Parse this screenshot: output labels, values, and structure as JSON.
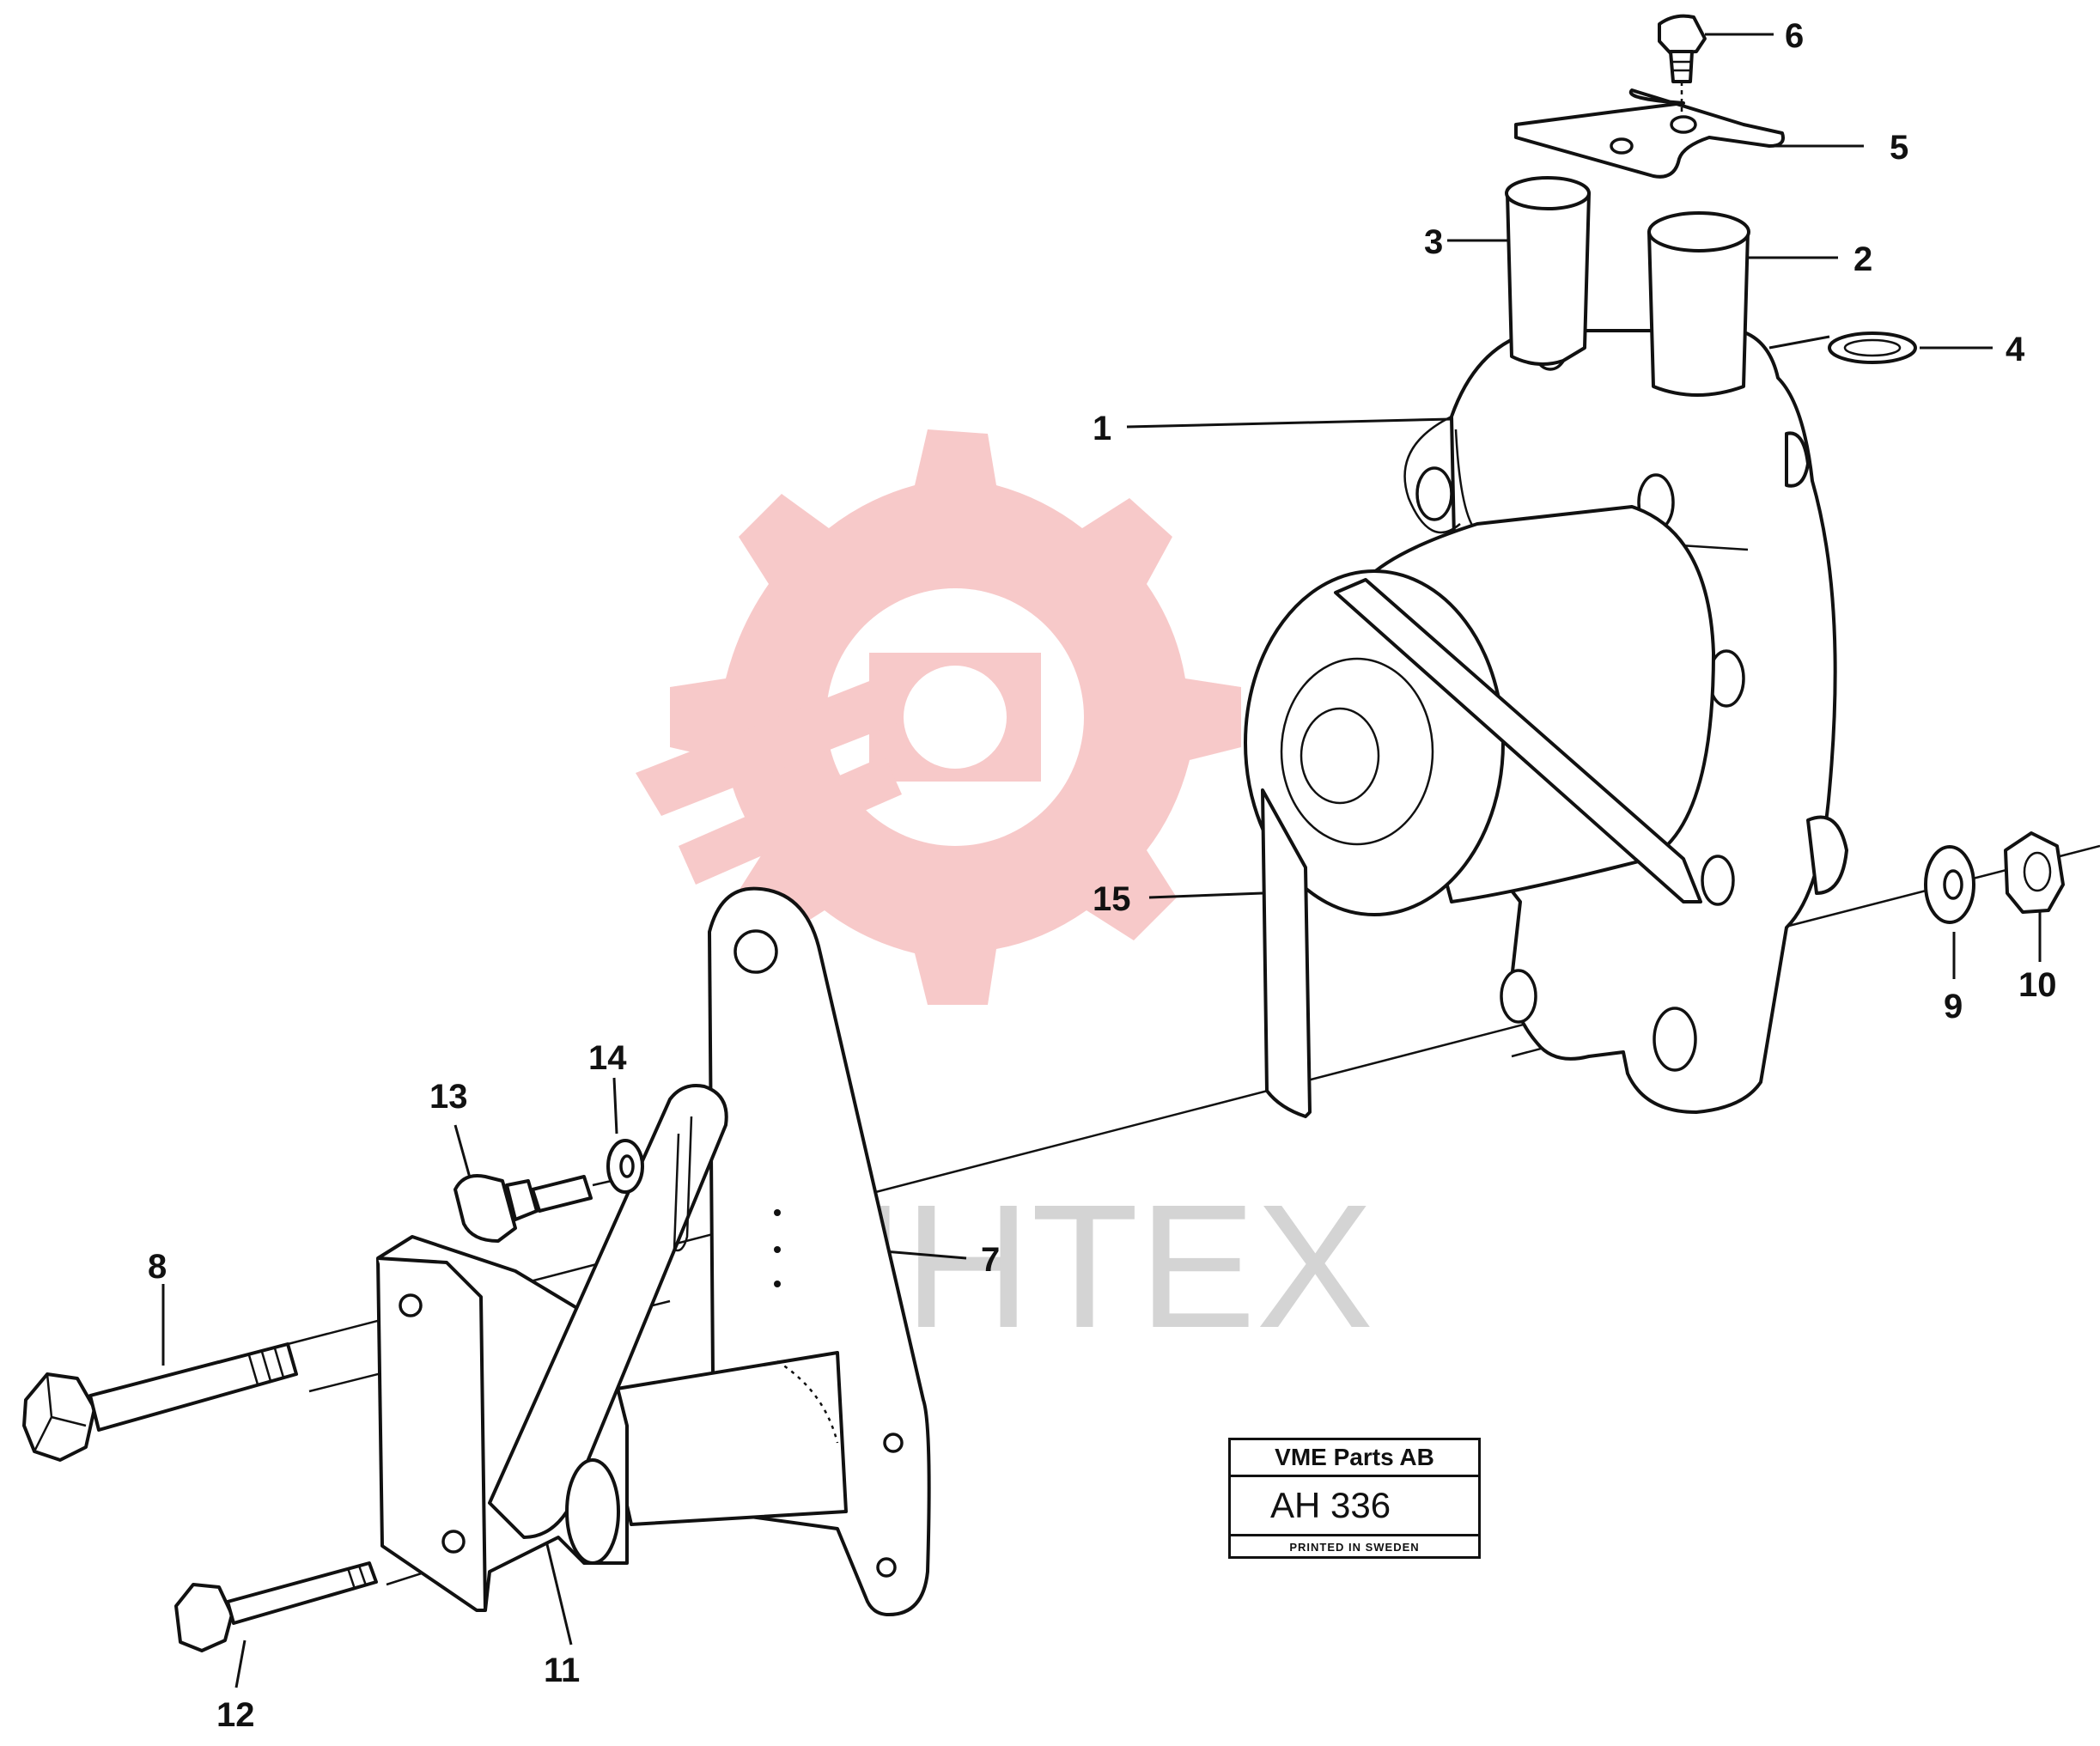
{
  "watermark": {
    "text": "ИНТЕХ",
    "gear_color": "#f7c9c9",
    "text_color": "#d4d4d4"
  },
  "stamp": {
    "company": "VME Parts AB",
    "code": "AH 336",
    "printed": "PRINTED IN SWEDEN"
  },
  "callouts": {
    "c1": "1",
    "c2": "2",
    "c3": "3",
    "c4": "4",
    "c5": "5",
    "c6": "6",
    "c7": "7",
    "c8": "8",
    "c9": "9",
    "c10": "10",
    "c11": "11",
    "c12": "12",
    "c13": "13",
    "c14": "14",
    "c15": "15"
  }
}
